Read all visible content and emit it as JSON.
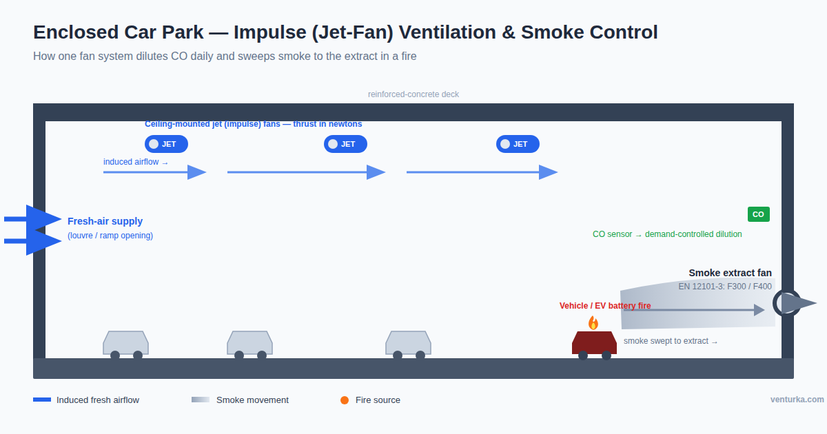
{
  "diagram": {
    "title": "Enclosed Car Park — Impulse (Jet-Fan) Ventilation & Smoke Control",
    "caption": "How one fan system dilutes CO daily and sweeps smoke to the extract in a fire",
    "nodes": [
      {
        "text": [
          "JET"
        ]
      },
      {
        "text": [
          "JET"
        ]
      },
      {
        "text": [
          "JET"
        ]
      },
      {
        "text": [
          "CO"
        ]
      }
    ],
    "labels": [
      "reinforced-concrete deck",
      "Ceiling-mounted jet (impulse) fans — thrust in newtons",
      "induced airflow →",
      "Fresh-air supply",
      "(louvre / ramp opening)",
      "CO sensor → demand-controlled dilution",
      "Smoke extract fan",
      "EN 12101-3: F300 / F400",
      "Vehicle / EV battery fire",
      "smoke swept to extract →",
      "venturka.com"
    ],
    "legend": [
      {
        "text": "Induced fresh airflow",
        "color": "#2563eb"
      },
      {
        "text": "Smoke movement"
      },
      {
        "text": "Fire source",
        "color": "#f97316"
      }
    ]
  }
}
